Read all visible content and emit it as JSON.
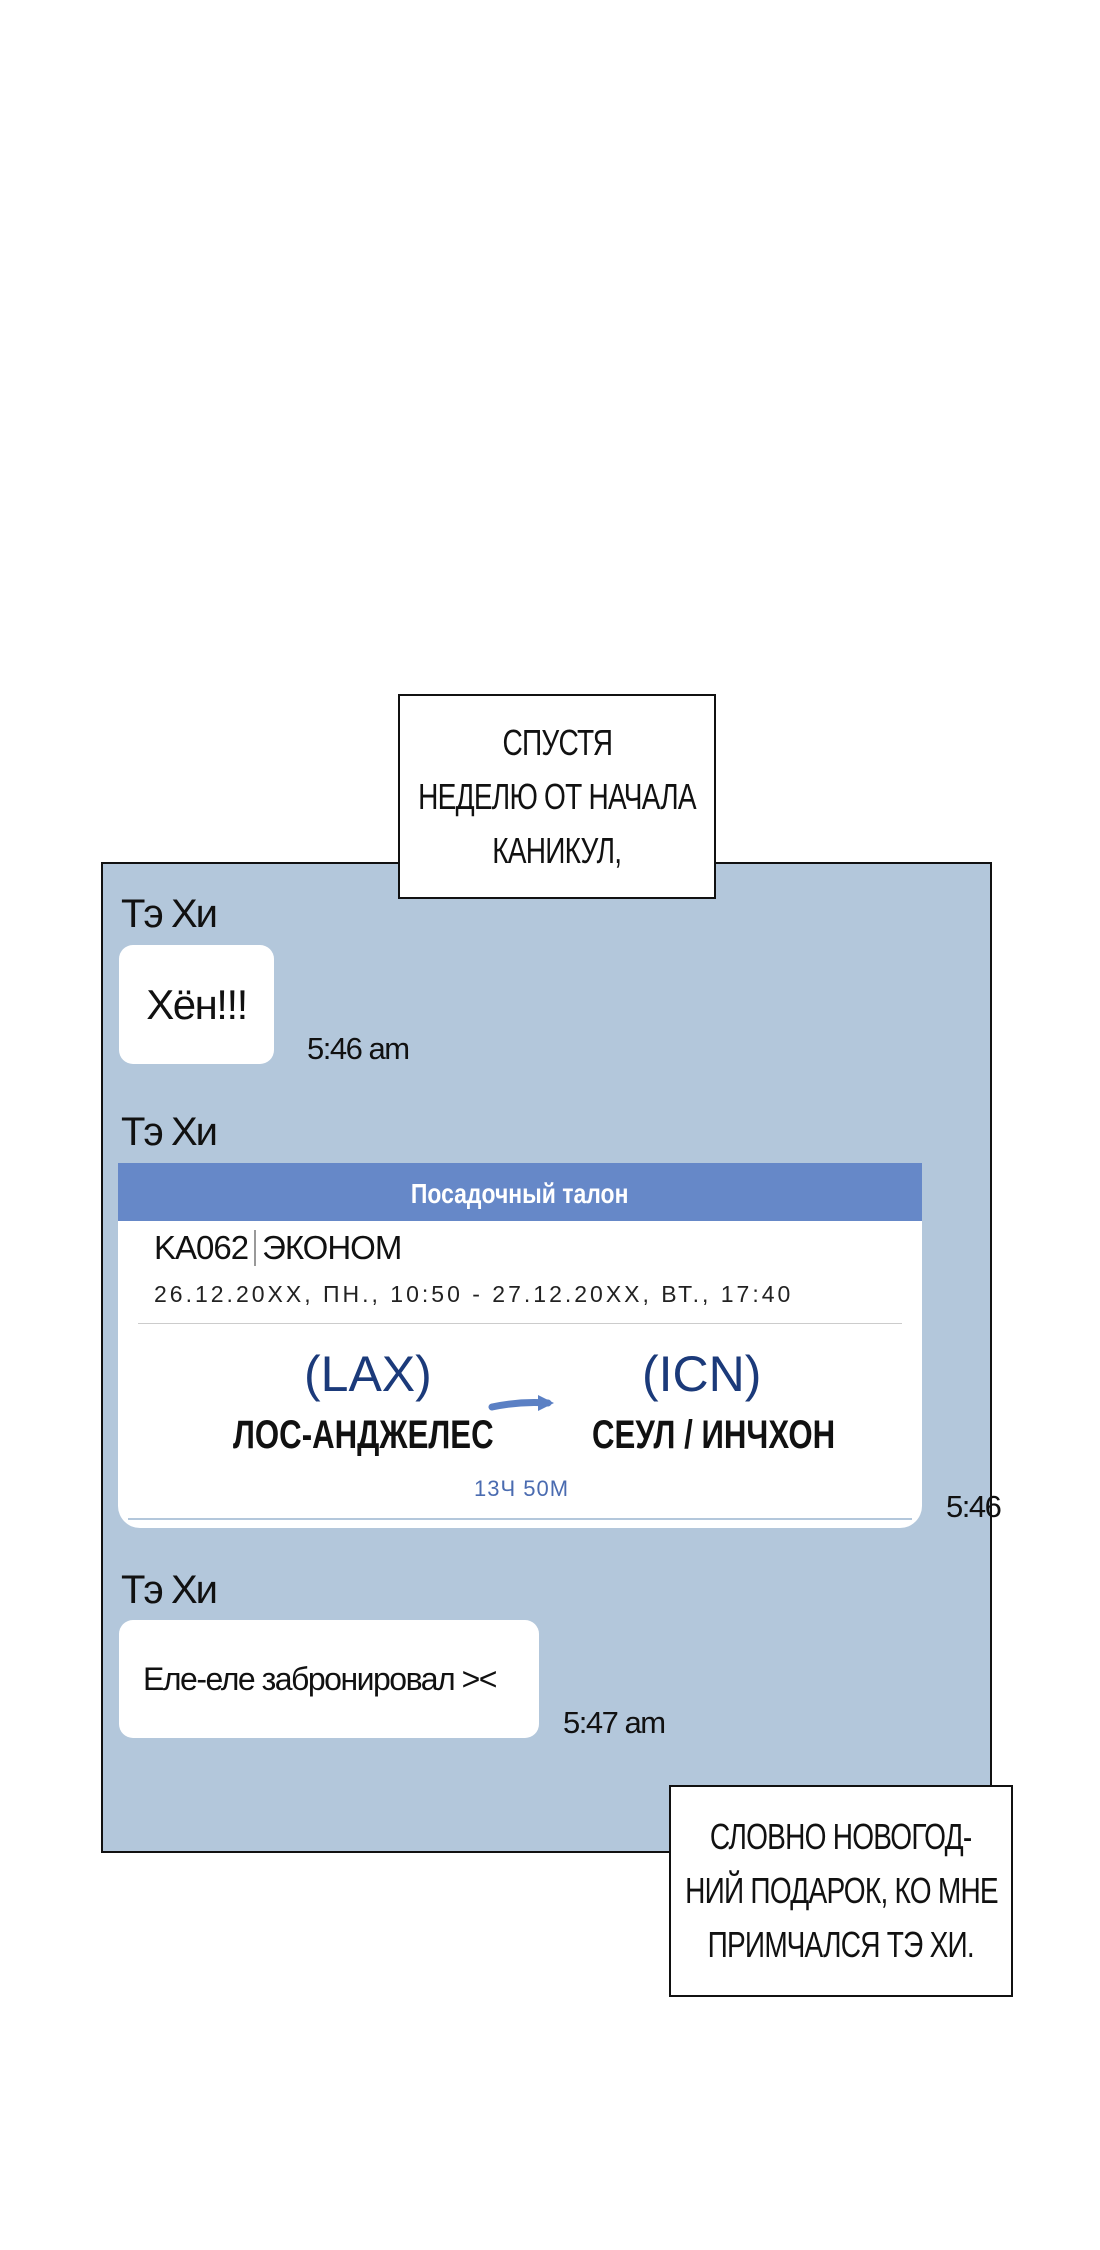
{
  "captions": {
    "top": [
      "СПУСТЯ",
      "НЕДЕЛЮ ОТ НАЧАЛА",
      "КАНИКУЛ,"
    ],
    "bottom": [
      "СЛОВНО НОВОГОД-",
      "НИЙ ПОДАРОК, КО МНЕ",
      "ПРИМЧАЛСЯ ТЭ ХИ."
    ]
  },
  "chat": {
    "messages": [
      {
        "sender": "Тэ Хи",
        "text": "Хён!!!",
        "time": "5:46 am"
      },
      {
        "sender": "Тэ Хи",
        "time": "5:46"
      },
      {
        "sender": "Тэ Хи",
        "text": "Еле-еле забронировал ><",
        "time": "5:47 am"
      }
    ]
  },
  "boarding_pass": {
    "header": "Посадочный талон",
    "flight": "KA062",
    "class": "ЭКОНОМ",
    "dates": "26.12.20XX, ПН., 10:50 - 27.12.20XX, ВТ., 17:40",
    "from_code": "(LAX)",
    "from_city": "ЛОС-АНДЖЕЛЕС",
    "to_code": "(ICN)",
    "to_city": "СЕУЛ / ИНЧХОН",
    "duration": "13Ч 50М"
  },
  "colors": {
    "panel_bg": "#b3c7db",
    "pass_header": "#6688c8",
    "airport_code": "#1b3a7a",
    "arrow": "#5b80c4"
  }
}
